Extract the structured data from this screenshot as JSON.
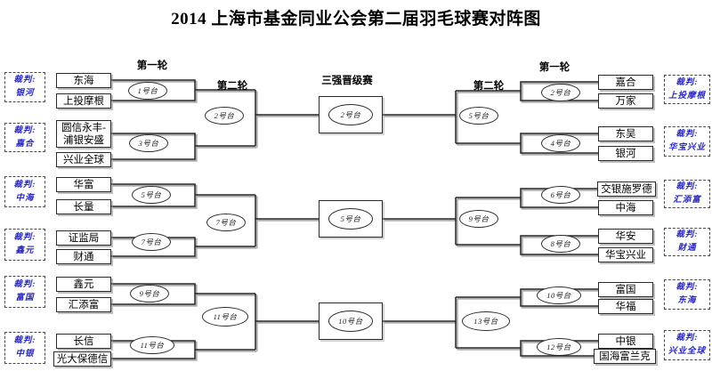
{
  "title": "2014 上海市基金同业公会第二届羽毛球赛对阵图",
  "headers": {
    "left_round1": "第一轮",
    "left_round2": "第二轮",
    "center": "三强晋级赛",
    "right_round2": "第二轮",
    "right_round1": "第一轮"
  },
  "referee_label": "裁判:",
  "left": {
    "referees": [
      "银河",
      "嘉合",
      "中海",
      "鑫元",
      "富国",
      "中银"
    ],
    "teams": [
      "东海",
      "上投摩根",
      "圆信永丰-浦银安盛",
      "兴业全球",
      "华富",
      "长量",
      "证监局",
      "财通",
      "鑫元",
      "汇添富",
      "长信",
      "光大保德信"
    ],
    "round1_courts": [
      "1号台",
      "3号台",
      "5号台",
      "7号台",
      "9号台",
      "11号台"
    ],
    "round2_courts": [
      "2号台",
      "7号台",
      "11号台"
    ]
  },
  "right": {
    "referees": [
      "上投摩根",
      "华宝兴业",
      "汇添富",
      "财通",
      "东海",
      "兴业全球"
    ],
    "teams": [
      "嘉合",
      "万家",
      "东吴",
      "银河",
      "交银施罗德",
      "中海",
      "华安",
      "华宝兴业",
      "富国",
      "华福",
      "中银",
      "国海富兰克"
    ],
    "round1_courts": [
      "2号台",
      "4号台",
      "6号台",
      "8号台",
      "10号台",
      "12号台"
    ],
    "round2_courts": [
      "5号台",
      "9号台",
      "13号台"
    ]
  },
  "center_courts": [
    "2号台",
    "5号台",
    "10号台"
  ],
  "colors": {
    "referee_text": "#2727c8"
  }
}
